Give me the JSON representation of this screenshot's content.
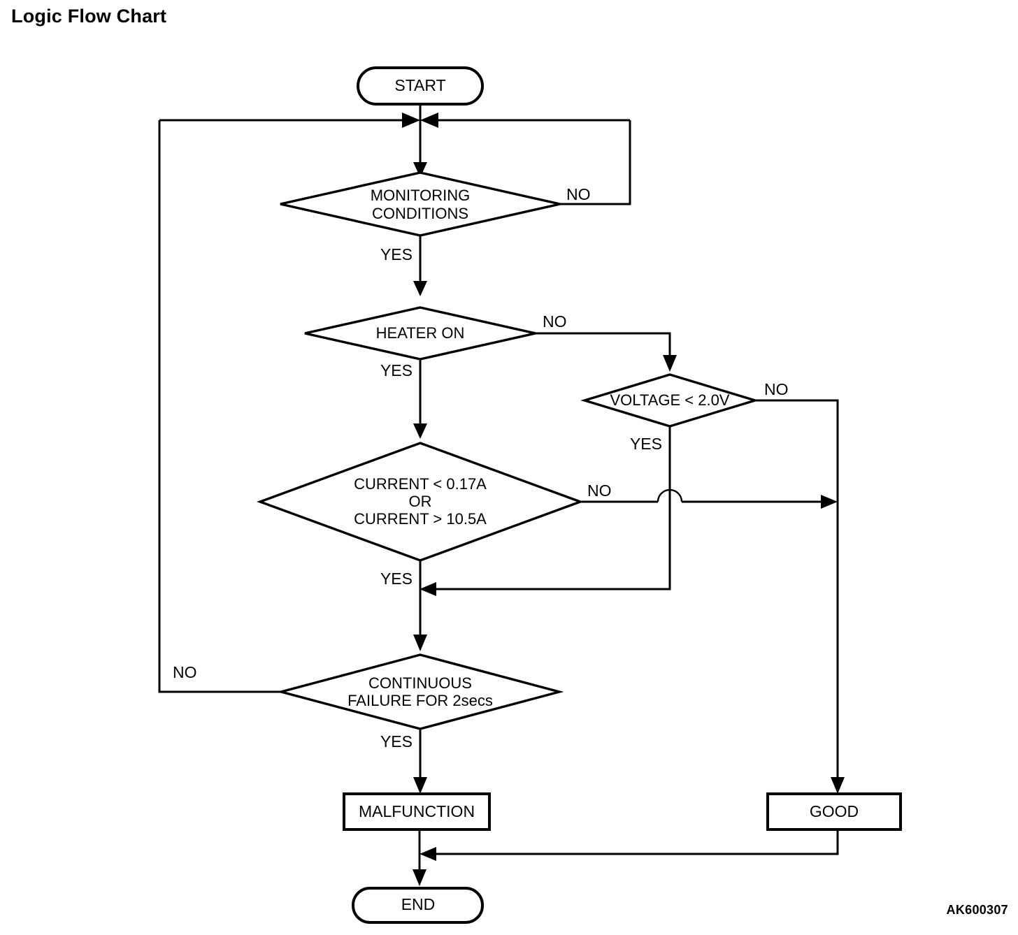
{
  "page": {
    "title": "Logic Flow Chart",
    "figure_code": "AK600307"
  },
  "colors": {
    "stroke": "#000000",
    "fill": "#ffffff",
    "background": "#ffffff"
  },
  "chart_data": {
    "type": "diagram",
    "title": "Logic Flow Chart",
    "diagram_kind": "flowchart",
    "orientation": "top-to-bottom",
    "nodes": [
      {
        "id": "start",
        "shape": "stadium",
        "label": "START"
      },
      {
        "id": "monitoring",
        "shape": "diamond",
        "label": "MONITORING CONDITIONS",
        "lines": [
          "MONITORING",
          "CONDITIONS"
        ]
      },
      {
        "id": "heater",
        "shape": "diamond",
        "label": "HEATER ON",
        "lines": [
          "HEATER ON"
        ]
      },
      {
        "id": "voltage",
        "shape": "diamond",
        "label": "VOLTAGE < 2.0V",
        "lines": [
          "VOLTAGE < 2.0V"
        ]
      },
      {
        "id": "current",
        "shape": "diamond",
        "label": "CURRENT < 0.17A OR CURRENT > 10.5A",
        "lines": [
          "CURRENT < 0.17A",
          "OR",
          "CURRENT > 10.5A"
        ]
      },
      {
        "id": "continuous",
        "shape": "diamond",
        "label": "CONTINUOUS FAILURE FOR 2secs",
        "lines": [
          "CONTINUOUS",
          "FAILURE FOR 2secs"
        ]
      },
      {
        "id": "malfunction",
        "shape": "rect",
        "label": "MALFUNCTION"
      },
      {
        "id": "good",
        "shape": "rect",
        "label": "GOOD"
      },
      {
        "id": "end",
        "shape": "stadium",
        "label": "END"
      }
    ],
    "edges": [
      {
        "from": "start",
        "to": "monitoring",
        "label": ""
      },
      {
        "from": "monitoring",
        "to": "heater",
        "label": "YES"
      },
      {
        "from": "monitoring",
        "to": "start-junction",
        "label": "NO"
      },
      {
        "from": "heater",
        "to": "current",
        "label": "YES"
      },
      {
        "from": "heater",
        "to": "voltage",
        "label": "NO"
      },
      {
        "from": "voltage",
        "to": "current-yes-merge",
        "label": "YES"
      },
      {
        "from": "voltage",
        "to": "good",
        "label": "NO"
      },
      {
        "from": "current",
        "to": "continuous",
        "label": "YES"
      },
      {
        "from": "current",
        "to": "good",
        "label": "NO"
      },
      {
        "from": "continuous",
        "to": "malfunction",
        "label": "YES"
      },
      {
        "from": "continuous",
        "to": "start-junction",
        "label": "NO"
      },
      {
        "from": "malfunction",
        "to": "end",
        "label": ""
      },
      {
        "from": "good",
        "to": "end",
        "label": ""
      }
    ],
    "branch_labels": {
      "monitoring_yes": "YES",
      "monitoring_no": "NO",
      "heater_yes": "YES",
      "heater_no": "NO",
      "voltage_yes": "YES",
      "voltage_no": "NO",
      "current_yes": "YES",
      "current_no": "NO",
      "continuous_yes": "YES",
      "continuous_no": "NO"
    }
  }
}
